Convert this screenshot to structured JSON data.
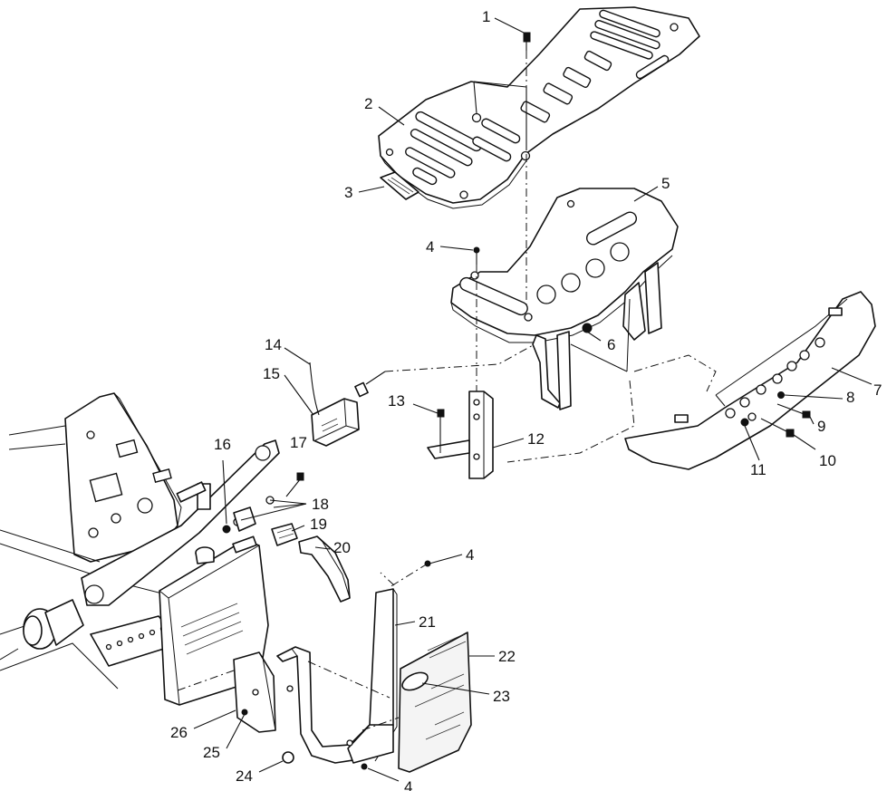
{
  "callouts": [
    {
      "id": "c1",
      "label": "1"
    },
    {
      "id": "c2",
      "label": "2"
    },
    {
      "id": "c3",
      "label": "3"
    },
    {
      "id": "c4a",
      "label": "4"
    },
    {
      "id": "c5",
      "label": "5"
    },
    {
      "id": "c6",
      "label": "6"
    },
    {
      "id": "c7",
      "label": "7"
    },
    {
      "id": "c8",
      "label": "8"
    },
    {
      "id": "c9",
      "label": "9"
    },
    {
      "id": "c10",
      "label": "10"
    },
    {
      "id": "c11",
      "label": "11"
    },
    {
      "id": "c12",
      "label": "12"
    },
    {
      "id": "c13",
      "label": "13"
    },
    {
      "id": "c14",
      "label": "14"
    },
    {
      "id": "c15",
      "label": "15"
    },
    {
      "id": "c16",
      "label": "16"
    },
    {
      "id": "c17",
      "label": "17"
    },
    {
      "id": "c18",
      "label": "18"
    },
    {
      "id": "c19",
      "label": "19"
    },
    {
      "id": "c20",
      "label": "20"
    },
    {
      "id": "c4b",
      "label": "4"
    },
    {
      "id": "c21",
      "label": "21"
    },
    {
      "id": "c22",
      "label": "22"
    },
    {
      "id": "c23",
      "label": "23"
    },
    {
      "id": "c26",
      "label": "26"
    },
    {
      "id": "c25",
      "label": "25"
    },
    {
      "id": "c24",
      "label": "24"
    },
    {
      "id": "c4c",
      "label": "4"
    }
  ]
}
